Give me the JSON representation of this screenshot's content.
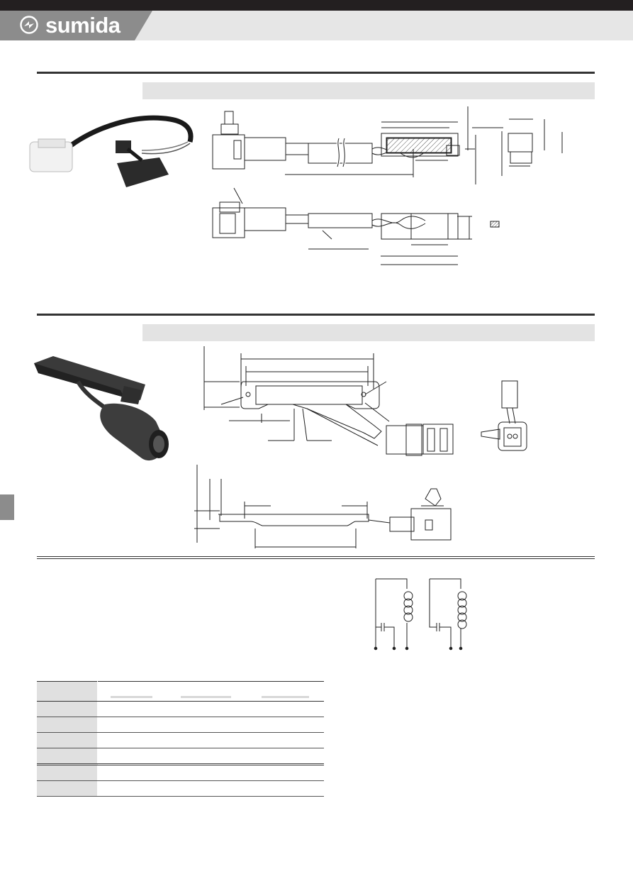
{
  "header": {
    "brand": "sumida",
    "colors": {
      "topbar": "#231f20",
      "band": "#e6e6e6",
      "logo_tab": "#8c8c8c"
    },
    "icon": "sumida-logo-icon"
  },
  "sections": [
    {
      "id": "section-1",
      "figures": [
        "product-photo-harness",
        "drawing-top-view",
        "drawing-side-view",
        "drawing-bottom-view"
      ]
    },
    {
      "id": "section-2",
      "figures": [
        "product-photo-bar-antenna",
        "drawing-front-view",
        "drawing-connector-view",
        "drawing-profile-view"
      ]
    }
  ],
  "schematic": {
    "icons": [
      "coil-icon",
      "capacitor-icon"
    ]
  },
  "table": {
    "columns": [
      "",
      "",
      "",
      ""
    ],
    "rows": [
      [
        "",
        "",
        "",
        ""
      ],
      [
        "",
        "",
        "",
        ""
      ],
      [
        "",
        "",
        "",
        ""
      ],
      [
        "",
        "",
        "",
        ""
      ],
      [
        "",
        "",
        "",
        ""
      ],
      [
        "",
        "",
        "",
        ""
      ]
    ]
  }
}
